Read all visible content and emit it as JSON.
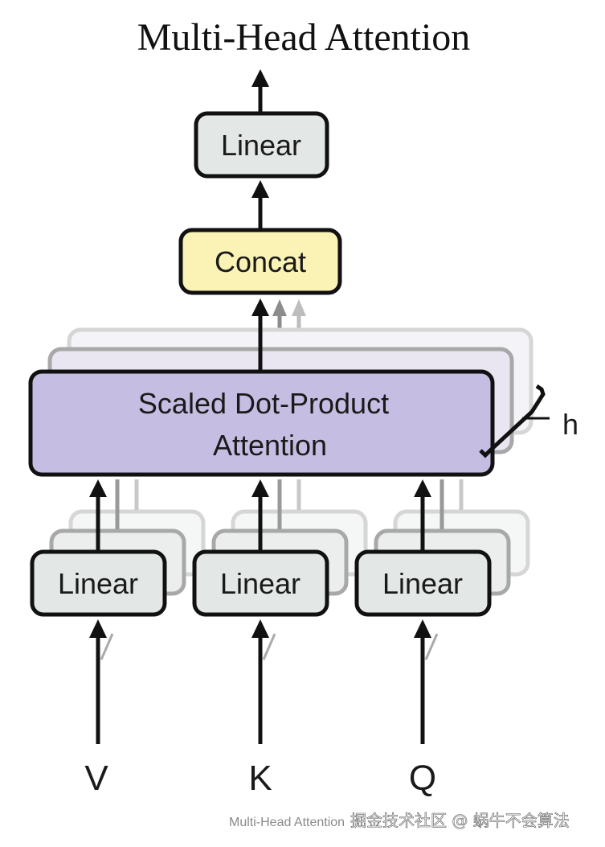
{
  "title": "Multi-Head Attention",
  "nodes": {
    "output_linear": "Linear",
    "concat": "Concat",
    "attention_line1": "Scaled Dot-Product",
    "attention_line2": "Attention",
    "linear_v": "Linear",
    "linear_k": "Linear",
    "linear_q": "Linear"
  },
  "inputs": {
    "v": "V",
    "k": "K",
    "q": "Q"
  },
  "heads_label": "h",
  "caption": "Multi-Head Attention",
  "watermark": "掘金技术社区 @ 蜗牛不会算法",
  "colors": {
    "linear_fill": "#e3e7e6",
    "concat_fill": "#fbf3b5",
    "attention_fill": "#c6bde2",
    "stroke": "#111111",
    "ghost_stroke": "#b8b8b8"
  }
}
